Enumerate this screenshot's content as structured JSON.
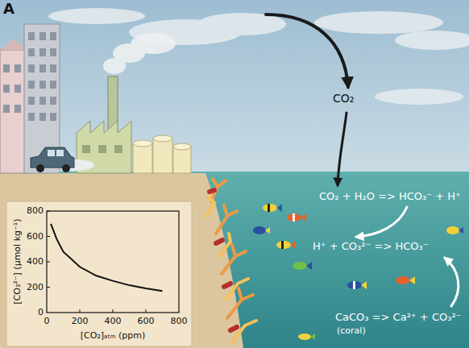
{
  "diagram": {
    "labels": [
      "A",
      "CO₂",
      "CO₂ + H₂O => HCO₃⁻ + H⁺",
      "H⁺ + CO₃²⁻ => HCO₃⁻",
      "CaCO₃ => Ca²⁺ + CO₃²⁻",
      "(coral)",
      "[CO₃²⁻] (µmol kg⁻¹)",
      "[CO₂]ₐₜₘ (ppm)",
      "800",
      "600",
      "400",
      "200",
      "0",
      "0",
      "200",
      "400",
      "600",
      "800"
    ]
  }
}
